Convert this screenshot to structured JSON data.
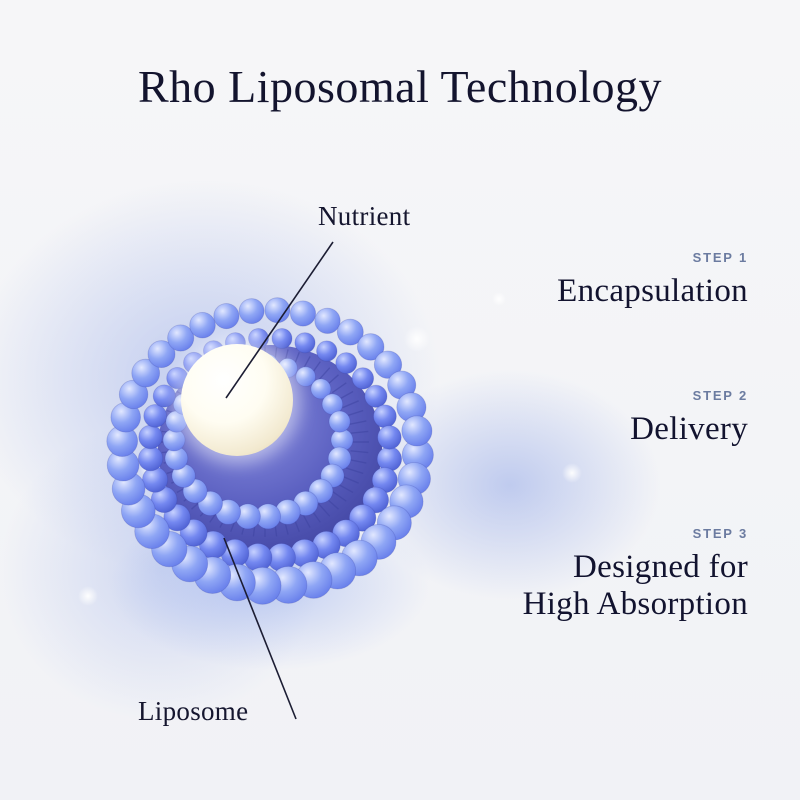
{
  "page": {
    "title": "Rho Liposomal Technology"
  },
  "diagram": {
    "labels": {
      "nutrient": "Nutrient",
      "liposome": "Liposome"
    }
  },
  "steps": [
    {
      "step": "STEP 1",
      "title": "Encapsulation"
    },
    {
      "step": "STEP 2",
      "title": "Delivery"
    },
    {
      "step": "STEP 3",
      "title": "Designed for\nHigh Absorption"
    }
  ],
  "colors": {
    "ink": "#13142e",
    "step_label": "#6b7ba0",
    "bead_blue": "#6f8df0",
    "nutrient_cream": "#f2e9cf",
    "background": "#f4f5f7"
  }
}
